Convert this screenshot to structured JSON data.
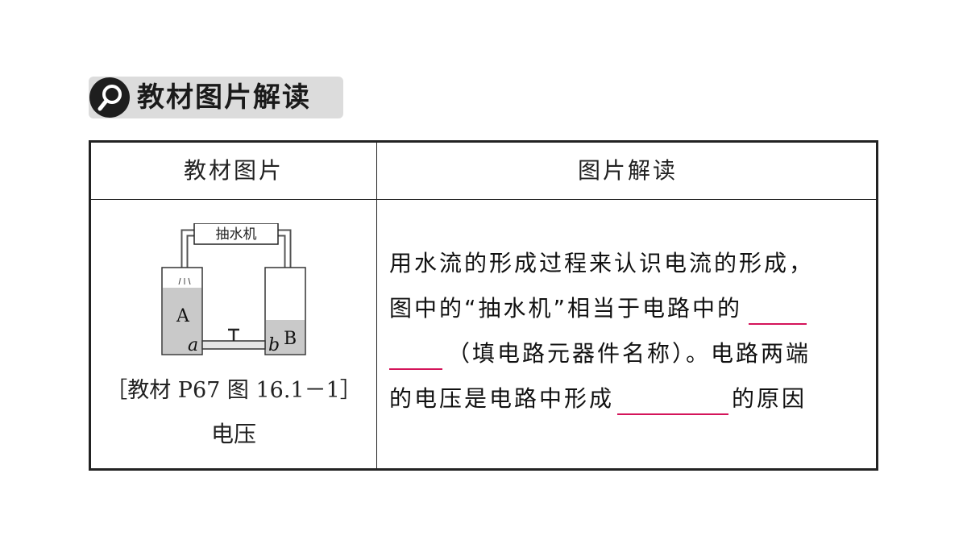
{
  "section": {
    "title": "教材图片解读",
    "icon": "magnifier-icon"
  },
  "table": {
    "headers": [
      "教材图片",
      "图片解读"
    ],
    "figure": {
      "pump_label": "抽水机",
      "container_a": "A",
      "container_b": "B",
      "point_a": "a",
      "point_b": "b",
      "source": "［教材 P67 图 16.1－1］",
      "name": "电压"
    },
    "interpretation": {
      "line1": "用水流的形成过程来认识电流的形成，",
      "line2_prefix": "图中的“抽水机”相当于电路中的",
      "line3_suffix": "（填电路元器件名称）。电路两端",
      "line4_prefix": "的电压是电路中形成",
      "line4_suffix": "的原因"
    },
    "colors": {
      "blank_underline": "#d4145a"
    }
  }
}
